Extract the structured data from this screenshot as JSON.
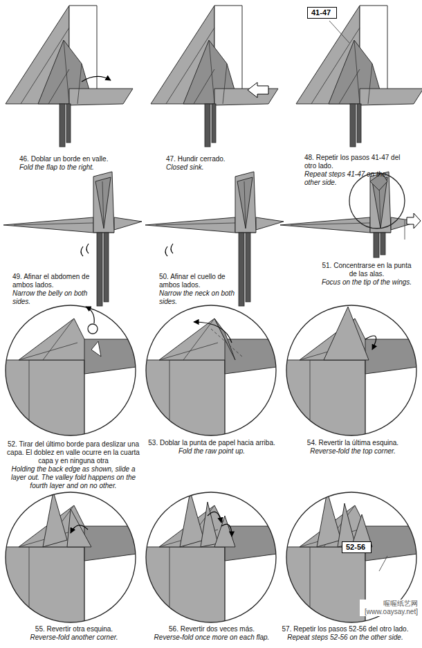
{
  "diagram": {
    "nodes": [
      {
        "text": [
          "41-47"
        ]
      },
      {
        "text": [
          "52-56"
        ]
      }
    ],
    "labels": [
      "46. Doblar un borde en valle.",
      "Fold the flap to the right.",
      "47. Hundir cerrado.",
      "Closed sink.",
      "48. Repetir los pasos 41-47 del otro lado.",
      "Repeat steps 41-47 on the other side.",
      "49. Afinar el abdomen de ambos lados.",
      "Narrow the belly on both sides.",
      "50. Afinar el cuello de ambos lados.",
      "Narrow the neck on both sides.",
      "51. Concentrarse en la punta de las alas.",
      "Focus on the tip of the wings.",
      "52. Tirar del último borde para deslizar una capa. El doblez en valle ocurre en la cuarta capa y en ninguna otra",
      "Holding the back edge as shown, slide a layer out. The valley fold happens on the fourth layer and on no other.",
      "53. Doblar la punta de papel hacia arriba.",
      "Fold the raw point up.",
      "54. Revertir la última esquina.",
      "Reverse-fold the top corner.",
      "55. Revertir otra esquina.",
      "Reverse-fold another corner.",
      "56. Revertir dos veces más.",
      "Reverse-fold once more on each flap.",
      "57. Repetir los pasos 52-56 del otro lado.",
      "Repeat steps 52-56 on the other side.",
      "喔喔纸艺网",
      "[www.oaysay.net]"
    ]
  }
}
